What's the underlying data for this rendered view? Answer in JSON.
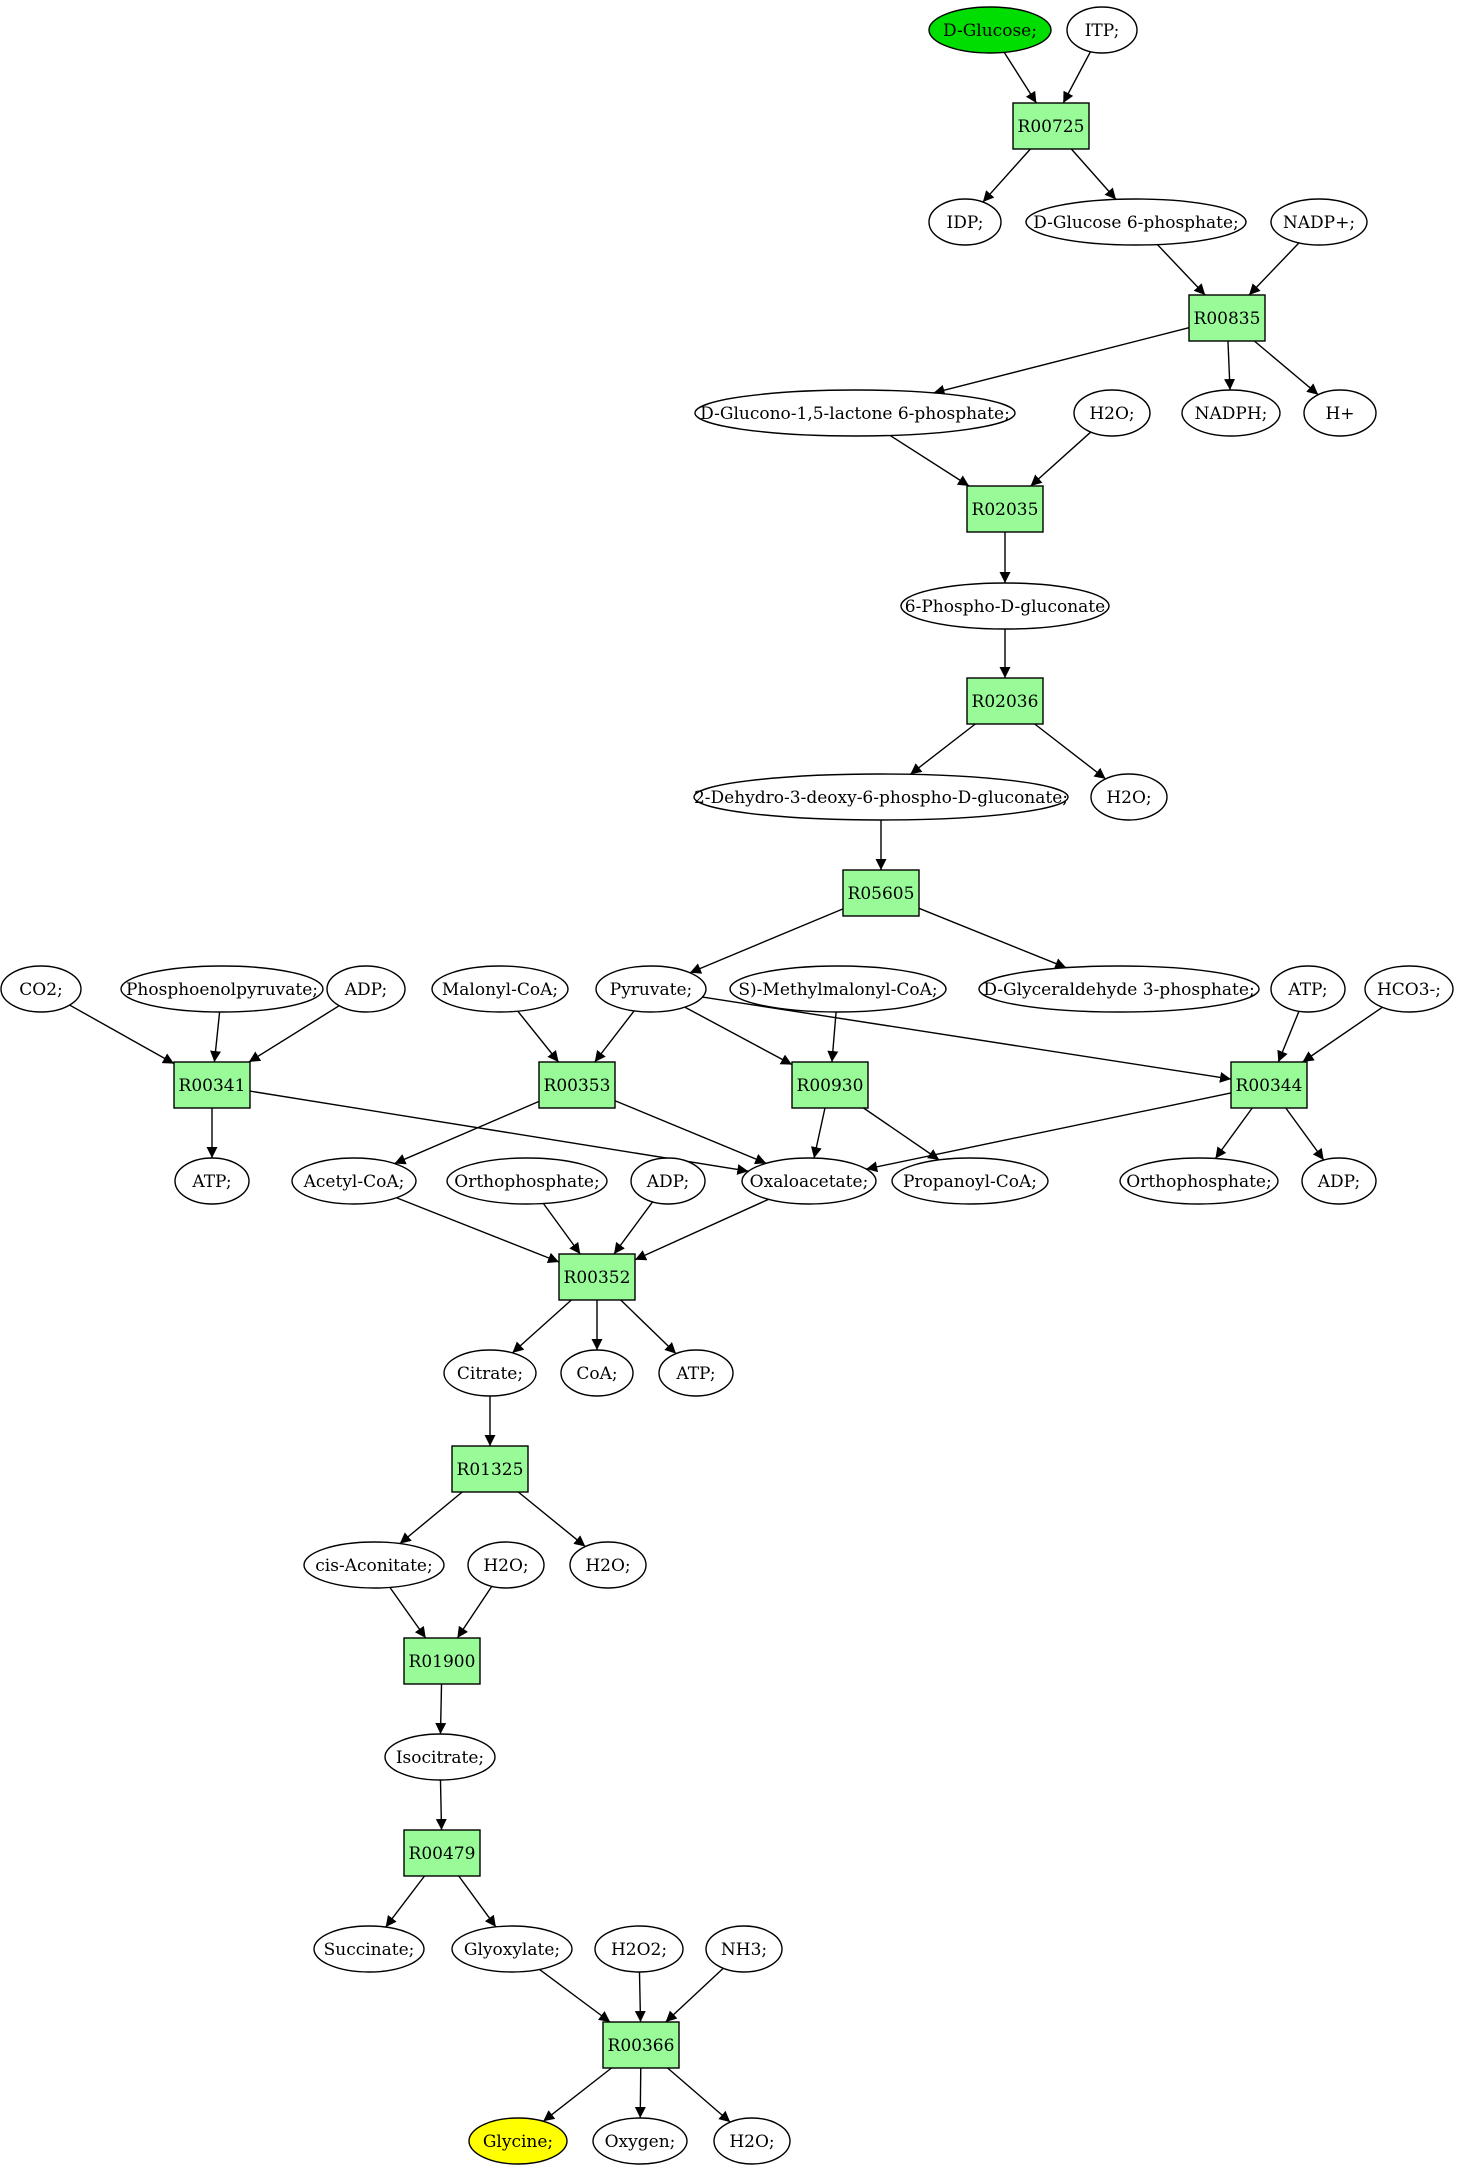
{
  "colors": {
    "reaction_fill": "#98fb98",
    "metabolite_fill": "#ffffff",
    "start_fill": "#00dd00",
    "end_fill": "#ffff00",
    "stroke": "#000000",
    "background": "#ffffff"
  },
  "metabolites": [
    {
      "id": "dglucose",
      "label": "D-Glucose;",
      "role": "start"
    },
    {
      "id": "itp",
      "label": "ITP;"
    },
    {
      "id": "idp",
      "label": "IDP;"
    },
    {
      "id": "dglc6p",
      "label": "D-Glucose 6-phosphate;"
    },
    {
      "id": "nadp",
      "label": "NADP+;"
    },
    {
      "id": "dglucono",
      "label": "D-Glucono-1,5-lactone 6-phosphate;"
    },
    {
      "id": "h2o_a",
      "label": "H2O;"
    },
    {
      "id": "nadph",
      "label": "NADPH;"
    },
    {
      "id": "hplus",
      "label": "H+"
    },
    {
      "id": "pgluconate",
      "label": "6-Phospho-D-gluconate"
    },
    {
      "id": "kdpg",
      "label": "2-Dehydro-3-deoxy-6-phospho-D-gluconate;"
    },
    {
      "id": "h2o_b",
      "label": "H2O;"
    },
    {
      "id": "co2",
      "label": "CO2;"
    },
    {
      "id": "pep",
      "label": "Phosphoenolpyruvate;"
    },
    {
      "id": "adp_a",
      "label": "ADP;"
    },
    {
      "id": "malonyl",
      "label": "Malonyl-CoA;"
    },
    {
      "id": "pyruvate",
      "label": "Pyruvate;"
    },
    {
      "id": "smm",
      "label": "S)-Methylmalonyl-CoA;"
    },
    {
      "id": "g3p",
      "label": "D-Glyceraldehyde 3-phosphate;"
    },
    {
      "id": "atp_a",
      "label": "ATP;"
    },
    {
      "id": "hco3",
      "label": "HCO3-;"
    },
    {
      "id": "atp_b",
      "label": "ATP;"
    },
    {
      "id": "acetyl",
      "label": "Acetyl-CoA;"
    },
    {
      "id": "ortho_a",
      "label": "Orthophosphate;"
    },
    {
      "id": "adp_b",
      "label": "ADP;"
    },
    {
      "id": "oxaloacetate",
      "label": "Oxaloacetate;"
    },
    {
      "id": "propanoyl",
      "label": "Propanoyl-CoA;"
    },
    {
      "id": "ortho_b",
      "label": "Orthophosphate;"
    },
    {
      "id": "adp_c",
      "label": "ADP;"
    },
    {
      "id": "citrate",
      "label": "Citrate;"
    },
    {
      "id": "coa",
      "label": "CoA;"
    },
    {
      "id": "atp_c",
      "label": "ATP;"
    },
    {
      "id": "cisaconitate",
      "label": "cis-Aconitate;"
    },
    {
      "id": "h2o_c",
      "label": "H2O;"
    },
    {
      "id": "h2o_d",
      "label": "H2O;"
    },
    {
      "id": "isocitrate",
      "label": "Isocitrate;"
    },
    {
      "id": "succinate",
      "label": "Succinate;"
    },
    {
      "id": "glyoxylate",
      "label": "Glyoxylate;"
    },
    {
      "id": "h2o2",
      "label": "H2O2;"
    },
    {
      "id": "nh3",
      "label": "NH3;"
    },
    {
      "id": "glycine",
      "label": "Glycine;",
      "role": "end"
    },
    {
      "id": "oxygen",
      "label": "Oxygen;"
    },
    {
      "id": "h2o_e",
      "label": "H2O;"
    }
  ],
  "reactions": [
    {
      "id": "r00725",
      "label": "R00725"
    },
    {
      "id": "r00835",
      "label": "R00835"
    },
    {
      "id": "r02035",
      "label": "R02035"
    },
    {
      "id": "r02036",
      "label": "R02036"
    },
    {
      "id": "r05605",
      "label": "R05605"
    },
    {
      "id": "r00341",
      "label": "R00341"
    },
    {
      "id": "r00353",
      "label": "R00353"
    },
    {
      "id": "r00930",
      "label": "R00930"
    },
    {
      "id": "r00344",
      "label": "R00344"
    },
    {
      "id": "r00352",
      "label": "R00352"
    },
    {
      "id": "r01325",
      "label": "R01325"
    },
    {
      "id": "r01900",
      "label": "R01900"
    },
    {
      "id": "r00479",
      "label": "R00479"
    },
    {
      "id": "r00366",
      "label": "R00366"
    }
  ],
  "edges": [
    [
      "dglucose",
      "r00725"
    ],
    [
      "itp",
      "r00725"
    ],
    [
      "r00725",
      "idp"
    ],
    [
      "r00725",
      "dglc6p"
    ],
    [
      "dglc6p",
      "r00835"
    ],
    [
      "nadp",
      "r00835"
    ],
    [
      "r00835",
      "dglucono"
    ],
    [
      "r00835",
      "nadph"
    ],
    [
      "r00835",
      "hplus"
    ],
    [
      "dglucono",
      "r02035"
    ],
    [
      "h2o_a",
      "r02035"
    ],
    [
      "r02035",
      "pgluconate"
    ],
    [
      "pgluconate",
      "r02036"
    ],
    [
      "r02036",
      "kdpg"
    ],
    [
      "r02036",
      "h2o_b"
    ],
    [
      "kdpg",
      "r05605"
    ],
    [
      "r05605",
      "pyruvate"
    ],
    [
      "r05605",
      "g3p"
    ],
    [
      "co2",
      "r00341"
    ],
    [
      "pep",
      "r00341"
    ],
    [
      "adp_a",
      "r00341"
    ],
    [
      "r00341",
      "atp_b"
    ],
    [
      "r00341",
      "oxaloacetate"
    ],
    [
      "malonyl",
      "r00353"
    ],
    [
      "pyruvate",
      "r00353"
    ],
    [
      "r00353",
      "acetyl"
    ],
    [
      "r00353",
      "oxaloacetate"
    ],
    [
      "pyruvate",
      "r00930"
    ],
    [
      "smm",
      "r00930"
    ],
    [
      "r00930",
      "oxaloacetate"
    ],
    [
      "r00930",
      "propanoyl"
    ],
    [
      "pyruvate",
      "r00344"
    ],
    [
      "atp_a",
      "r00344"
    ],
    [
      "hco3",
      "r00344"
    ],
    [
      "r00344",
      "oxaloacetate"
    ],
    [
      "r00344",
      "ortho_b"
    ],
    [
      "r00344",
      "adp_c"
    ],
    [
      "acetyl",
      "r00352"
    ],
    [
      "ortho_a",
      "r00352"
    ],
    [
      "adp_b",
      "r00352"
    ],
    [
      "oxaloacetate",
      "r00352"
    ],
    [
      "r00352",
      "citrate"
    ],
    [
      "r00352",
      "coa"
    ],
    [
      "r00352",
      "atp_c"
    ],
    [
      "citrate",
      "r01325"
    ],
    [
      "r01325",
      "cisaconitate"
    ],
    [
      "r01325",
      "h2o_d"
    ],
    [
      "cisaconitate",
      "r01900"
    ],
    [
      "h2o_c",
      "r01900"
    ],
    [
      "r01900",
      "isocitrate"
    ],
    [
      "isocitrate",
      "r00479"
    ],
    [
      "r00479",
      "succinate"
    ],
    [
      "r00479",
      "glyoxylate"
    ],
    [
      "glyoxylate",
      "r00366"
    ],
    [
      "h2o2",
      "r00366"
    ],
    [
      "nh3",
      "r00366"
    ],
    [
      "r00366",
      "glycine"
    ],
    [
      "r00366",
      "oxygen"
    ],
    [
      "r00366",
      "h2o_e"
    ]
  ]
}
